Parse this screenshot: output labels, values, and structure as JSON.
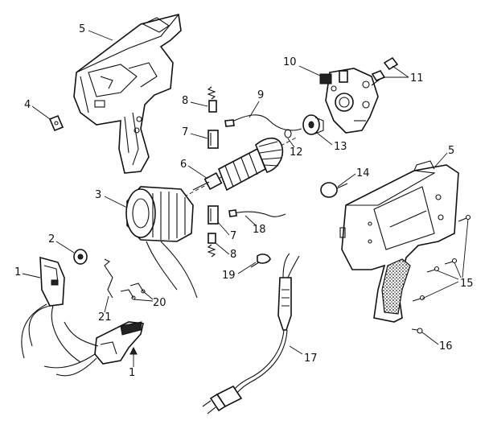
{
  "labels": {
    "housing_left": "5",
    "housing_right": "5",
    "nameplate": "4",
    "brush_spring_top": "8",
    "brush_spring_bottom": "8",
    "brush_holder_top": "7",
    "brush_holder_bottom": "7",
    "armature": "6",
    "field": "3",
    "bearing": "2",
    "switch_upper": "1",
    "switch_lower": "1",
    "lead_wire": "9",
    "gear_case": "10",
    "gear_screws": "11",
    "washer": "12",
    "bearing_gear": "13",
    "cap": "14",
    "housing_screws": "15",
    "screw_small": "16",
    "cord": "17",
    "field_lead": "18",
    "terminal": "19",
    "clips": "20",
    "spring_clip": "21"
  }
}
